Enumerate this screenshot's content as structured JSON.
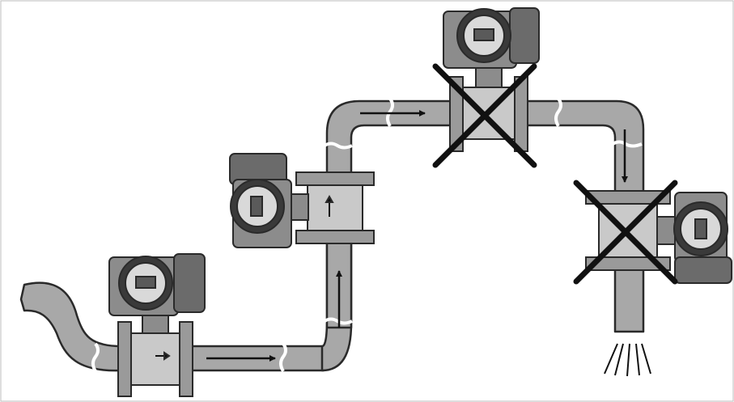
{
  "diagram": {
    "pipe_color": "#a8a8a8",
    "device_color": "#8c8c8c",
    "dark_color": "#3a3a3a",
    "cross_color": "#111111",
    "meters": [
      {
        "id": "meter-horizontal-low",
        "orientation": "horizontal",
        "flow": "right",
        "status": "correct"
      },
      {
        "id": "meter-vertical-up",
        "orientation": "vertical",
        "flow": "up",
        "status": "correct"
      },
      {
        "id": "meter-horizontal-high-point",
        "orientation": "horizontal",
        "flow": "right",
        "status": "incorrect"
      },
      {
        "id": "meter-vertical-down",
        "orientation": "vertical",
        "flow": "down",
        "status": "incorrect"
      }
    ],
    "flow_arrows": [
      "right",
      "up",
      "right",
      "down"
    ]
  }
}
